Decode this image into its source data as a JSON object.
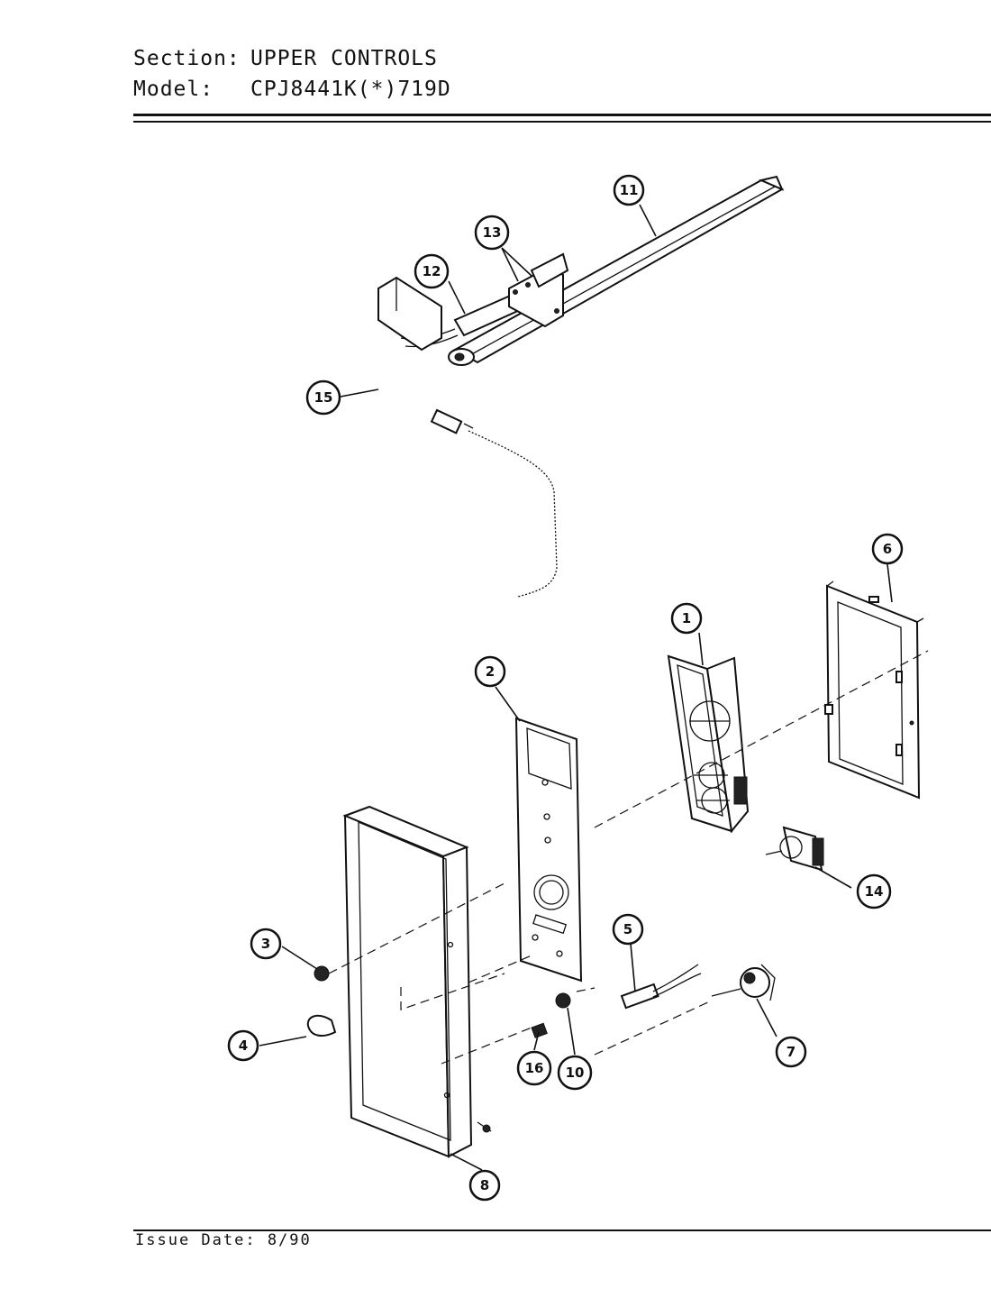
{
  "header": {
    "section_label": "Section:",
    "section_value": "UPPER CONTROLS",
    "model_label": "Model:",
    "model_value": "CPJ8441K(*)719D"
  },
  "footer": {
    "issue_date": "Issue Date: 8/90"
  },
  "callouts": [
    {
      "id": "c1",
      "label": "1"
    },
    {
      "id": "c2",
      "label": "2"
    },
    {
      "id": "c3",
      "label": "3"
    },
    {
      "id": "c4",
      "label": "4"
    },
    {
      "id": "c5",
      "label": "5"
    },
    {
      "id": "c6",
      "label": "6"
    },
    {
      "id": "c7",
      "label": "7"
    },
    {
      "id": "c8",
      "label": "8"
    },
    {
      "id": "c10",
      "label": "10"
    },
    {
      "id": "c11",
      "label": "11"
    },
    {
      "id": "c12",
      "label": "12"
    },
    {
      "id": "c13",
      "label": "13"
    },
    {
      "id": "c14",
      "label": "14"
    },
    {
      "id": "c15",
      "label": "15"
    },
    {
      "id": "c16",
      "label": "16"
    }
  ]
}
